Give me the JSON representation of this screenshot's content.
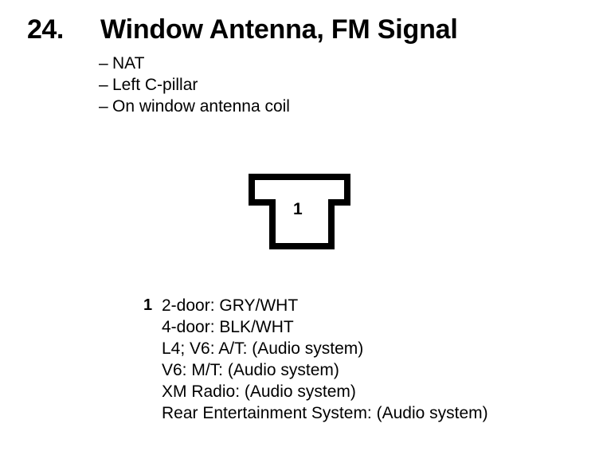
{
  "header": {
    "section_number": "24.",
    "title": "Window Antenna, FM Signal"
  },
  "notes": {
    "dash": "–",
    "items": [
      {
        "text": "NAT"
      },
      {
        "text": "Left C-pillar"
      },
      {
        "text": "On window antenna coil"
      }
    ]
  },
  "connector": {
    "shape": "t-shaped-connector-outline",
    "cavity_number": "1",
    "stroke_color": "#000000",
    "fill_color": "#ffffff"
  },
  "legend": {
    "marker": "1",
    "lines": [
      {
        "text": "2-door: GRY/WHT"
      },
      {
        "text": "4-door: BLK/WHT"
      },
      {
        "text": "L4; V6: A/T: (Audio system)"
      },
      {
        "text": "V6: M/T: (Audio system)"
      },
      {
        "text": "XM Radio: (Audio system)"
      },
      {
        "text": "Rear Entertainment System: (Audio system)"
      }
    ]
  },
  "colors": {
    "background": "#ffffff",
    "ink": "#000000"
  }
}
